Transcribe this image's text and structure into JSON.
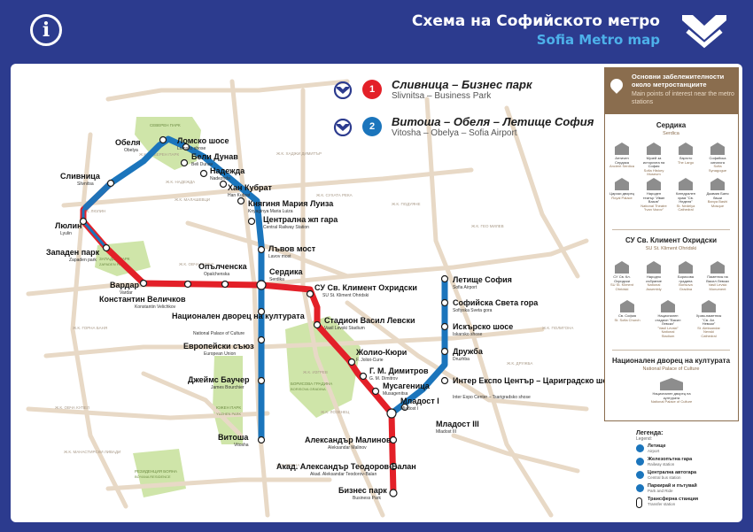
{
  "header": {
    "title_bg": "Схема на Софийското метро",
    "title_en": "Sofia Metro map",
    "info_icon": "info-icon",
    "logo_icon": "sofia-metro-logo-icon"
  },
  "colors": {
    "background": "#2c3b8e",
    "line1": "#e32028",
    "line2": "#1b75bc",
    "poi_brown": "#8a6d4e",
    "park_green": "#cfe5a9",
    "road_beige": "#e8d9c6"
  },
  "lines": [
    {
      "number": "1",
      "name_bg": "Сливница – Бизнес парк",
      "name_en": "Slivnitsa – Business Park",
      "color": "#e32028"
    },
    {
      "number": "2",
      "name_bg": "Витоша – Обеля – Летище София",
      "name_en": "Vitosha – Obelya – Sofia Airport",
      "color": "#1b75bc"
    }
  ],
  "stations": {
    "obelya": {
      "bg": "Обеля",
      "en": "Obelya"
    },
    "lomsko": {
      "bg": "Ломско шосе",
      "en": "Lomsko shose"
    },
    "beli_dunav": {
      "bg": "Бели Дунав",
      "en": "Beli Dunav"
    },
    "nadezhda": {
      "bg": "Надежда",
      "en": "Nadezhda"
    },
    "han_kubrat": {
      "bg": "Хан Кубрат",
      "en": "Han Kubrat"
    },
    "knyaginya": {
      "bg": "Княгиня Мария Луиза",
      "en": "Knyaginya Maria Luiza"
    },
    "central_station": {
      "bg": "Централна жп гара",
      "en": "Central Railway Station"
    },
    "lavov": {
      "bg": "Лъвов мост",
      "en": "Lavov most"
    },
    "serdika": {
      "bg": "Сердика",
      "en": "Serdika"
    },
    "slivnitsa": {
      "bg": "Сливница",
      "en": "Slivnitsa"
    },
    "lyulin": {
      "bg": "Люлин",
      "en": "Lyulin"
    },
    "zapaden_park": {
      "bg": "Западен парк",
      "en": "Zapaden park"
    },
    "vardar": {
      "bg": "Вардар",
      "en": "Vardar"
    },
    "velichkov": {
      "bg": "Константин Величков",
      "en": "Konstantin Velichkov"
    },
    "opalchenska": {
      "bg": "Опълченска",
      "en": "Opalchenska"
    },
    "su": {
      "bg": "СУ Св. Климент Охридски",
      "en": "SU St. Kliment Ohridski"
    },
    "levski": {
      "bg": "Стадион Васил Левски",
      "en": "Vasil Levski Stadium"
    },
    "joliot": {
      "bg": "Жолио-Кюри",
      "en": "F. Joliot-Curie"
    },
    "dimitrov": {
      "bg": "Г. М. Димитров",
      "en": "G. M. Dimitrov"
    },
    "musagenitsa": {
      "bg": "Мусагеница",
      "en": "Musagenitsa"
    },
    "mladost1": {
      "bg": "Младост I",
      "en": "Mladost I"
    },
    "mladost3": {
      "bg": "Младост III",
      "en": "Mladost III"
    },
    "malinov": {
      "bg": "Александър Малинов",
      "en": "Aleksandar Malinov"
    },
    "balan": {
      "bg": "Акад. Александър Теодоров-Балан",
      "en": "Akad. Aleksandar Teodorov-Balan"
    },
    "business_park": {
      "bg": "Бизнес парк",
      "en": "Business Park"
    },
    "ndk": {
      "bg": "Национален дворец на културата",
      "en": "National Palace of Culture"
    },
    "eu": {
      "bg": "Европейски съюз",
      "en": "European Union"
    },
    "bourchier": {
      "bg": "Джеймс Баучер",
      "en": "James Bourchier"
    },
    "vitosha": {
      "bg": "Витоша",
      "en": "Vitosha"
    },
    "airport": {
      "bg": "Летище София",
      "en": "Sofia Airport"
    },
    "sveta_gora": {
      "bg": "Софийска Света гора",
      "en": "Sofiyska Sveta gora"
    },
    "iskarsko": {
      "bg": "Искърско шосе",
      "en": "Iskarsko shose"
    },
    "druzhba": {
      "bg": "Дружба",
      "en": "Druzhba"
    },
    "inter_expo": {
      "bg": "Интер Експо Център – Цариградско шосе",
      "en": "Inter Expo Center – Tsarigradsko shose"
    }
  },
  "poi_panel": {
    "title_bg": "Основни забележителности около метростанциите",
    "title_en": "Main points of interest near the metro stations",
    "sections": [
      {
        "title_bg": "Сердика",
        "title_en": "Serdica",
        "items": [
          {
            "bg": "Античен Сердика",
            "en": "Ancient Serdica"
          },
          {
            "bg": "Музей за историята на София",
            "en": "Sofia History Museum"
          },
          {
            "bg": "Ларгото",
            "en": "The Largo"
          },
          {
            "bg": "Софийска синагога",
            "en": "Sofia Synagogue"
          },
          {
            "bg": "Царски дворец",
            "en": "Royal Palace"
          },
          {
            "bg": "Народен театър \"Иван Вазов\"",
            "en": "National Theatre \"Ivan Vazov\""
          },
          {
            "bg": "Катедрален храм \"Св. Неделя\"",
            "en": "St. Nedelya Cathedral"
          },
          {
            "bg": "Джамия Баня баши",
            "en": "Banya Bashi Mosque"
          }
        ]
      },
      {
        "title_bg": "СУ Св. Климент Охридски",
        "title_en": "SU St. Kliment Ohridski",
        "items": [
          {
            "bg": "СУ Св. Кл. Охридски",
            "en": "SU St. Kliment Ohridski"
          },
          {
            "bg": "Народно събрание",
            "en": "National Assembly"
          },
          {
            "bg": "Борисова градина",
            "en": "Borisova Gradina"
          },
          {
            "bg": "Паметник на Васил Левски",
            "en": "Vasil Levski Monument"
          },
          {
            "bg": "Св. София",
            "en": "St. Sofia Church"
          },
          {
            "bg": "Национален стадион \"Васил Левски\"",
            "en": "\"Vasil Levski\" National Stadium"
          },
          {
            "bg": "Храм-паметник \"Св. Ал. Невски\"",
            "en": "St. Aleksandar Nevski Cathedral"
          }
        ]
      },
      {
        "title_bg": "Национален дворец на културата",
        "title_en": "National Palace of Culture",
        "items": [
          {
            "bg": "Национален дворец на културата",
            "en": "National Palace of Culture"
          }
        ]
      }
    ]
  },
  "legend": {
    "title_bg": "Легенда:",
    "title_en": "Legend:",
    "items": [
      {
        "bg": "Летище",
        "en": "Airport",
        "icon": "airport-icon"
      },
      {
        "bg": "Железопътна гара",
        "en": "Railway station",
        "icon": "railway-station-icon"
      },
      {
        "bg": "Централна автогара",
        "en": "Central bus station",
        "icon": "bus-station-icon"
      },
      {
        "bg": "Паркирай и пътувай",
        "en": "Park and Ride",
        "icon": "park-and-ride-icon"
      },
      {
        "bg": "Трансферна станция",
        "en": "Transfer station",
        "icon": "transfer-station-icon"
      }
    ]
  },
  "map_labels": {
    "north_park": "СЕВЕРЕН ПАРК",
    "south_park": "ЮЖЕН ПАРК",
    "south_park_en": "YUZHEN PARK",
    "borisova": "БОРИСОВА ГРАДИНА",
    "borisova_en": "BORISOVA GRADINA",
    "zapaden": "ЗАПАДЕН ПАРК",
    "zapaden_en": "ZAPADEN PARK",
    "residence": "РЕЗИДЕНЦИЯ БОЯНА",
    "residence_en": "BOYANA RESIDENCE"
  }
}
